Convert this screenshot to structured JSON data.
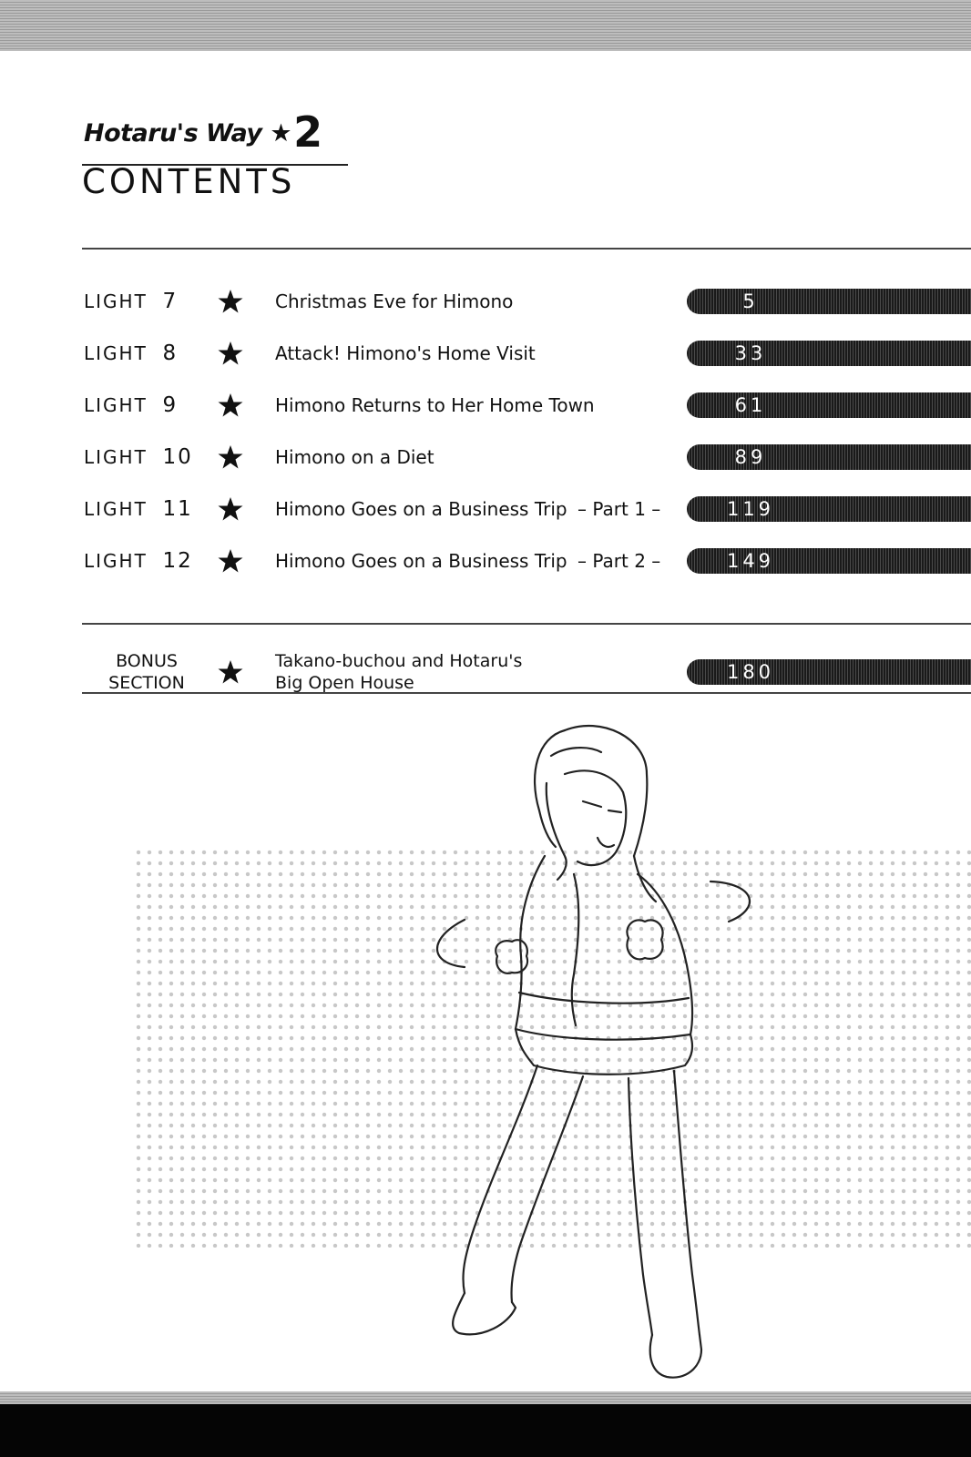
{
  "header": {
    "series_title": "Hotaru's Way",
    "volume_number": "2",
    "contents_heading": "CONTENTS"
  },
  "chapters": [
    {
      "label": "LIGHT",
      "number": "7",
      "title": "Christmas Eve for Himono",
      "part": "",
      "page": "5"
    },
    {
      "label": "LIGHT",
      "number": "8",
      "title": "Attack! Himono's Home Visit",
      "part": "",
      "page": "33"
    },
    {
      "label": "LIGHT",
      "number": "9",
      "title": "Himono Returns to Her Home Town",
      "part": "",
      "page": "61"
    },
    {
      "label": "LIGHT",
      "number": "10",
      "title": "Himono on a Diet",
      "part": "",
      "page": "89"
    },
    {
      "label": "LIGHT",
      "number": "11",
      "title": "Himono Goes on a Business Trip",
      "part": "– Part 1 –",
      "page": "119"
    },
    {
      "label": "LIGHT",
      "number": "12",
      "title": "Himono Goes on a Business Trip",
      "part": "– Part 2 –",
      "page": "149"
    }
  ],
  "bonus": {
    "label_line1": "BONUS",
    "label_line2": "SECTION",
    "title_line1": "Takano-buchou and Hotaru's",
    "title_line2": "Big Open House",
    "page": "180"
  },
  "icons": {
    "separator": "star-icon",
    "illustration": "girl-fighting-pose-illustration"
  },
  "colors": {
    "ink": "#111111",
    "band_gray": "#a8a8a8",
    "bottom_band": "#050505",
    "page_bar": "#2a2a2a"
  }
}
